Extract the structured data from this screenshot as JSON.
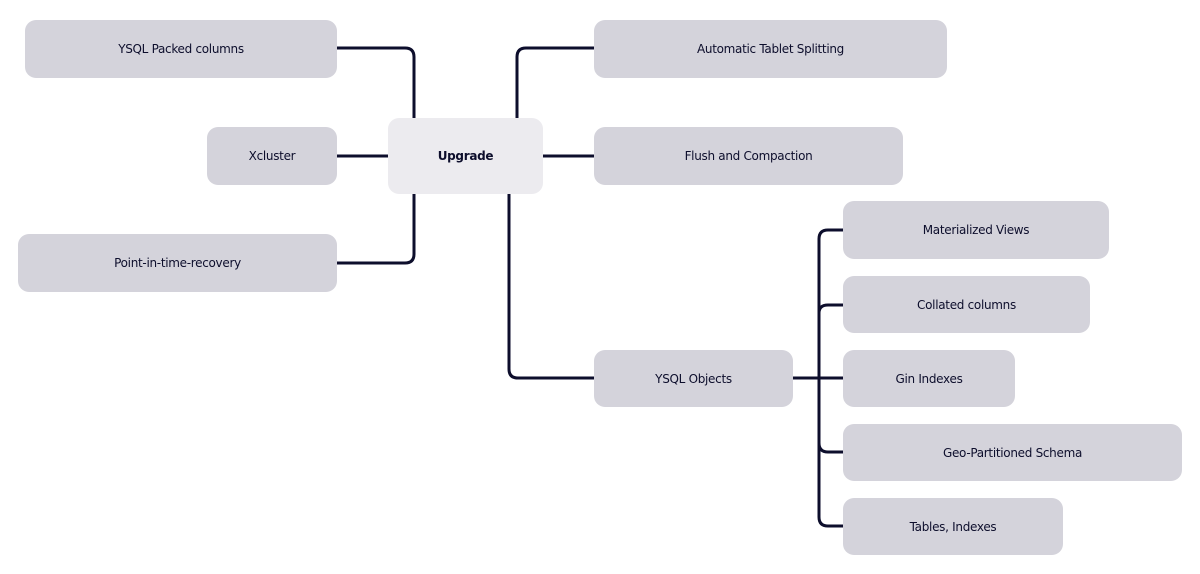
{
  "diagram": {
    "type": "mind-map",
    "colors": {
      "root_fill": "#ecebef",
      "node_fill": "#d4d3db",
      "text": "#0d0e2c",
      "line": "#0d0e2c"
    },
    "root": {
      "id": "upgrade",
      "label": "Upgrade"
    },
    "left": [
      {
        "id": "ysql-packed-columns",
        "label": "YSQL Packed columns"
      },
      {
        "id": "xcluster",
        "label": "Xcluster"
      },
      {
        "id": "pitr",
        "label": "Point-in-time-recovery"
      }
    ],
    "right": [
      {
        "id": "automatic-tablet-splitting",
        "label": "Automatic Tablet Splitting"
      },
      {
        "id": "flush-and-compaction",
        "label": "Flush and Compaction"
      },
      {
        "id": "ysql-objects",
        "label": "YSQL Objects",
        "children": [
          {
            "id": "materialized-views",
            "label": "Materialized Views"
          },
          {
            "id": "collated-columns",
            "label": "Collated columns"
          },
          {
            "id": "gin-indexes",
            "label": "Gin Indexes"
          },
          {
            "id": "geo-partitioned-schema",
            "label": "Geo-Partitioned Schema"
          },
          {
            "id": "tables-indexes",
            "label": "Tables, Indexes"
          }
        ]
      }
    ]
  }
}
